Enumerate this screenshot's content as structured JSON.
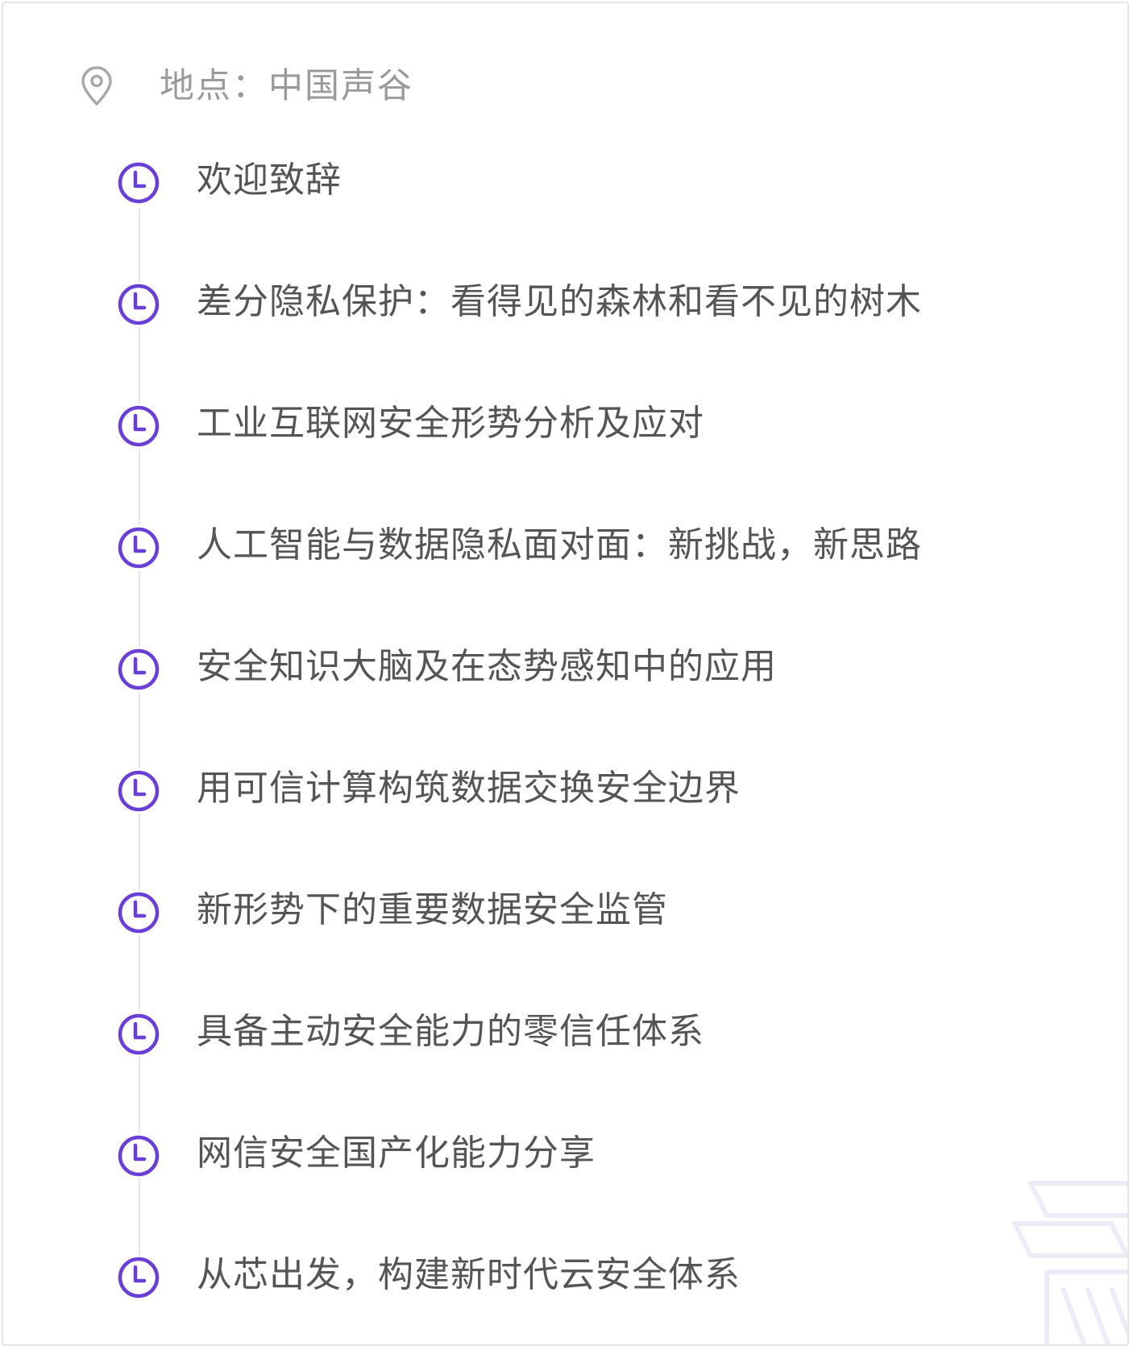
{
  "location": {
    "icon": "location-pin-icon",
    "text": "地点：中国声谷"
  },
  "accent_color": "#6a3fd6",
  "agenda": [
    {
      "title": "欢迎致辞",
      "icon": "clock-icon"
    },
    {
      "title": "差分隐私保护：看得见的森林和看不见的树木",
      "icon": "clock-icon"
    },
    {
      "title": "工业互联网安全形势分析及应对",
      "icon": "clock-icon"
    },
    {
      "title": "人工智能与数据隐私面对面：新挑战，新思路",
      "icon": "clock-icon"
    },
    {
      "title": "安全知识大脑及在态势感知中的应用",
      "icon": "clock-icon"
    },
    {
      "title": "用可信计算构筑数据交换安全边界",
      "icon": "clock-icon"
    },
    {
      "title": "新形势下的重要数据安全监管",
      "icon": "clock-icon"
    },
    {
      "title": "具备主动安全能力的零信任体系",
      "icon": "clock-icon"
    },
    {
      "title": "网信安全国产化能力分享",
      "icon": "clock-icon"
    },
    {
      "title": "从芯出发，构建新时代云安全体系",
      "icon": "clock-icon"
    }
  ]
}
